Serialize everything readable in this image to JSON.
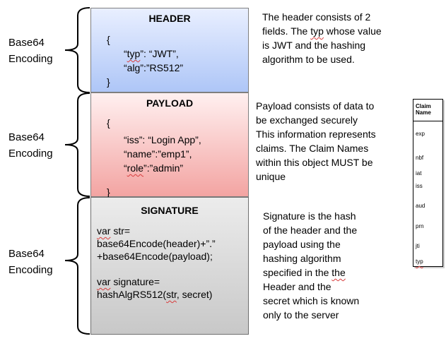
{
  "encoding_labels": [
    {
      "line1": "Base64",
      "line2": "Encoding"
    },
    {
      "line1": "Base64",
      "line2": "Encoding"
    },
    {
      "line1": "Base64",
      "line2": "Encoding"
    }
  ],
  "header": {
    "title": "HEADER",
    "open": "{",
    "lines": [
      {
        "key": "typ",
        "key_prefix": "“",
        "key_suffix": "”: “JWT”,"
      },
      {
        "text": "“alg”:”RS512”"
      }
    ],
    "close": "}"
  },
  "payload": {
    "title": "PAYLOAD",
    "open": "{",
    "lines": [
      "“iss”: “Login App”,",
      "“name”:”emp1”,",
      {
        "key": "role",
        "key_prefix": "“",
        "key_suffix": "”:”admin”"
      }
    ],
    "close": "}"
  },
  "signature": {
    "title": "SIGNATURE",
    "line1_a": "var",
    "line1_b": " str=",
    "line2": "base64Encode(header)+”.”",
    "line3": "+base64Encode(payload);",
    "line4_a": "var",
    "line4_b": " signature=",
    "line5_a": "hashAlgRS512(",
    "line5_b": "str",
    "line5_c": ", secret)"
  },
  "descriptions": {
    "header": [
      "The header consists of 2",
      {
        "a": "fields. The ",
        "b": "typ",
        "c": " whose value"
      },
      "is JWT and the hashing",
      "algorithm to be used."
    ],
    "payload": [
      "Payload consists of data to",
      "be exchanged securely",
      "This information represents",
      "claims. The Claim Names",
      "within this object MUST be",
      "unique"
    ],
    "signature": [
      "Signature is the hash",
      "of the header and the",
      "payload using the",
      "hashing algorithm",
      {
        "a": "specified in the ",
        "b": "the"
      },
      "Header and the",
      "secret which is known",
      "only to the server"
    ]
  },
  "claims": {
    "head_line1": "Claim",
    "head_line2": "Name",
    "items": [
      "exp",
      "nbf",
      "iat",
      "iss",
      "aud",
      "prn",
      "jti",
      "typ"
    ]
  },
  "colors": {
    "header_fill": "#aec6f7",
    "payload_fill": "#f3a4a2",
    "signature_fill": "#c8c8c8",
    "spellcheck_underline": "#d83b3b"
  }
}
